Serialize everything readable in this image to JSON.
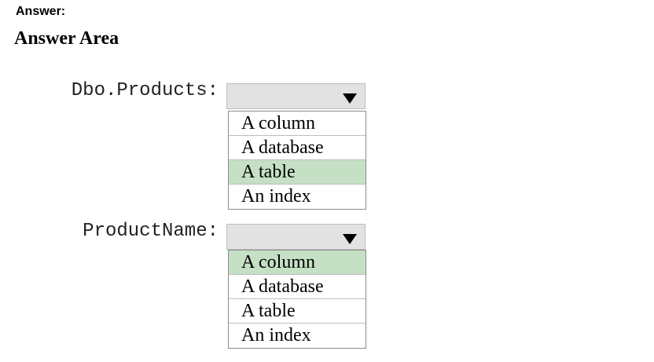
{
  "header": {
    "answer_label": "Answer:",
    "area_title": "Answer Area"
  },
  "colors": {
    "selected_highlight": "#c5e0c5",
    "dropdown_bg": "#e2e2e2"
  },
  "questions": [
    {
      "label": "Dbo.Products:",
      "options": [
        "A column",
        "A database",
        "A table",
        "An index"
      ],
      "selected_index": 2
    },
    {
      "label": "ProductName:",
      "options": [
        "A column",
        "A database",
        "A table",
        "An index"
      ],
      "selected_index": 0
    }
  ]
}
